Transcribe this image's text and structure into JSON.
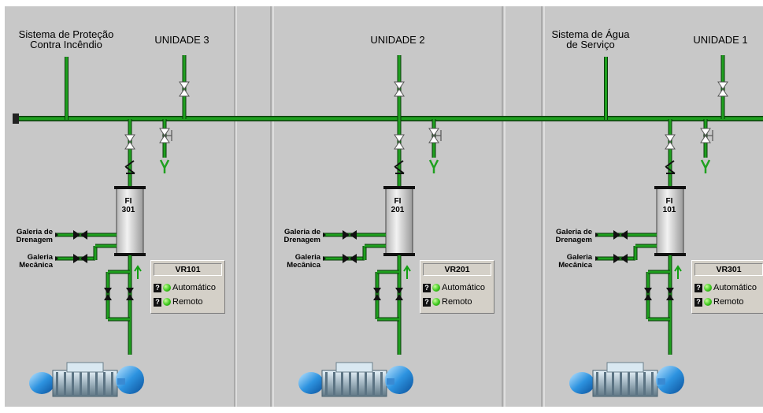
{
  "units": [
    {
      "title": "UNIDADE 3",
      "filter": {
        "line1": "FI",
        "line2": "301"
      },
      "panel": {
        "title": "VR101",
        "status": [
          {
            "icon": "?",
            "label": "Automático"
          },
          {
            "icon": "?",
            "label": "Remoto"
          }
        ]
      },
      "inlets": [
        {
          "line1": "Galeria de",
          "line2": "Drenagem"
        },
        {
          "line1": "Galeria",
          "line2": "Mecânica"
        }
      ]
    },
    {
      "title": "UNIDADE 2",
      "filter": {
        "line1": "FI",
        "line2": "201"
      },
      "panel": {
        "title": "VR201",
        "status": [
          {
            "icon": "?",
            "label": "Automático"
          },
          {
            "icon": "?",
            "label": "Remoto"
          }
        ]
      },
      "inlets": [
        {
          "line1": "Galeria de",
          "line2": "Drenagem"
        },
        {
          "line1": "Galeria",
          "line2": "Mecânica"
        }
      ]
    },
    {
      "title": "UNIDADE 1",
      "filter": {
        "line1": "FI",
        "line2": "101"
      },
      "panel": {
        "title": "VR301",
        "status": [
          {
            "icon": "?",
            "label": "Automático"
          },
          {
            "icon": "?",
            "label": "Remoto"
          }
        ]
      },
      "inlets": [
        {
          "line1": "Galeria de",
          "line2": "Drenagem"
        },
        {
          "line1": "Galeria",
          "line2": "Mecânica"
        }
      ]
    }
  ],
  "systems": {
    "fire": {
      "line1": "Sistema de Proteção",
      "line2": "Contra Incêndio"
    },
    "service_water": {
      "line1": "Sistema de Água",
      "line2": "de Serviço"
    }
  },
  "colors": {
    "background": "#c8c8c8",
    "pipe": "#1fa01f",
    "pipe_outline": "#0b3b0b",
    "flow_arrow": "#10a010",
    "turbine": "#3aa0e6"
  }
}
